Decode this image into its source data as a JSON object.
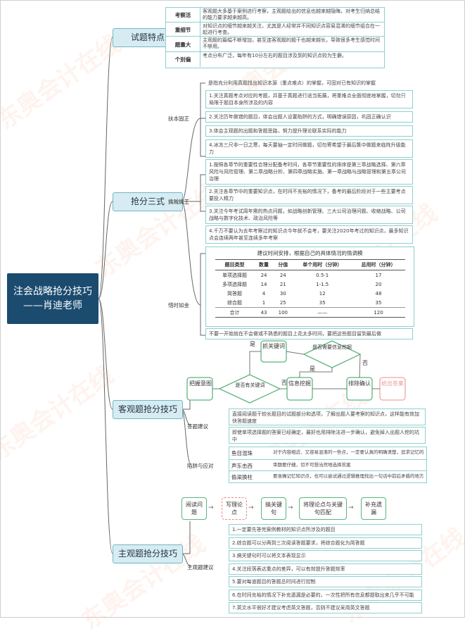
{
  "central": {
    "line1": "注会战略抢分技巧",
    "line2": "——肖迪老师"
  },
  "topics": {
    "t1": "试题特点",
    "t2": "抢分三式",
    "t3": "客观题抢分技巧",
    "t4": "主观题抢分技巧"
  },
  "features": [
    {
      "key": "考察活",
      "text": "客观题大多基于案例进行考察，主观题给出的信息也越来越隐晦，对考生归纳总结的能力要求越来越高。"
    },
    {
      "key": "重细节",
      "text": "对知识点的细节越来越关注，尤其是人经常并不同知识点容易混淆的细节组合在一起进行考查。"
    },
    {
      "key": "题量大",
      "text": "主观题的篇幅不断增加，甚至连客观题的题干也越来越长，导致很多考生感觉时间不够用。"
    },
    {
      "key": "个别偏",
      "text": "考点分布广泛，每年有10分左右的题目涉及到的知识点较为生僻。"
    }
  ],
  "three": {
    "b1_label": "扶本固正",
    "b2_label": "擒贼擒王",
    "b3_label": "惜时如金",
    "intro": "是指充分利用真题找出知识本源（重点难点）的掌握，可固对已有知识的掌握",
    "b1_items": [
      "1.关注真题考点对应的考题，并基于真题进行适当拓展，将重难点全面彻底地掌握，切勿只局限于题目本身所涉及的内容",
      "2.关注历年做错的题目，体会出题人设置陷阱的方式，明确错误原因，巩固正确认识",
      "3.体会主观题的出题和答题思路，努力提升理论联系实际的能力",
      "4.冰冻三尺非一日之寒，每天要抽一定时间做题，切勿寄希望于最后集中做题来临阵升级能力"
    ],
    "b2_items": [
      "1.按照各章节的重要性合理分配备考时间，各章节重要性的排序是第三章战略选择、第六章风险与风险管理、第二章战略分析、第四章战略实施、第一章战略与战略管理和第五章公司治理",
      "2.关注各章节中的重要知识点，在时间不充裕的情况下，备考的最后阶段对于一些主要考点要投入精力",
      "3.关注今年考试周年需的热点问题，如战略创新管理、三大公司治理问题、收缩战略、公司战略与数字化技术、政治风险等",
      "4.千万不要认为去年考察过的知识点今年就不会考，要关注2020年考过的知识点，最多知识点会连续两年甚至连续多年考察"
    ],
    "b3_note": "不要一开始就在不会做或不熟悉的题目上花太多时间，要把这些题目留到最后做"
  },
  "table": {
    "caption": "建议时间安排，根据自己的具体情况的情调模",
    "headers": [
      "题目类型",
      "数量",
      "分值",
      "单个用时（分钟）",
      "总用时（分钟）"
    ],
    "rows": [
      [
        "单项选择题",
        "24",
        "24",
        "0.5-1",
        "17"
      ],
      [
        "多项选择题",
        "14",
        "21",
        "1-1.5",
        "20"
      ],
      [
        "简答题",
        "4",
        "30",
        "12",
        "48"
      ],
      [
        "综合题",
        "1",
        "25",
        "35",
        "35"
      ],
      [
        "合计",
        "43",
        "100",
        "——",
        "120"
      ]
    ]
  },
  "flow": {
    "start": "把握意图",
    "decision1": "是否有关键词",
    "yes": "是",
    "no": "否",
    "n_capture": "抓关键词",
    "decision2": "是否需要信息挖掘",
    "n_info": "信息挖掘",
    "n_exclude": "排除确认",
    "n_answer": "给出答案"
  },
  "objective": {
    "label1": "答题建议",
    "label2": "陷阱与应对",
    "advice": [
      "直接阅读题干较长题目的试题部分和选项，了解出题人要考察的知识点，这样能有效加快答题速度",
      "即使单项选择题的答案已经确定，最好也用排除法进一步确认，避免掉入出题人挖的坑中"
    ],
    "traps": [
      {
        "k": "鱼目混珠",
        "v": "对于内容相近、又容易混淆的一些点，一定要认真的明确清楚，追求记忆的精准"
      },
      {
        "k": "声东击西",
        "v": "审题要仔细，切不可想当然地选择答案"
      },
      {
        "k": "偷梁换柱",
        "v": "要准确记忆知识点，也可以尝试通过逻辑推理找出一句话中前后矛盾的地方"
      }
    ]
  },
  "subjective": {
    "label": "主观题建议",
    "steps": [
      "阅读问题",
      "写理论点",
      "搞关键句",
      "将理论点与关键句匹配",
      "补充遗漏"
    ],
    "items": [
      "1.一定要先答完案例教材的知识点所涉及的题目",
      "2.综合题可以分两到三次阅读答题要求，将综合题化为简答题",
      "3.搞关键句时可以将文本表现显示",
      "4.关注段落表达重点的差异，可以有效提升答题效率",
      "5.要对每道题目的答题总时间进行控制",
      "6.在时间充裕的情况下补充遗漏是必要的，一次性把所有信息都提取出来几乎不可能",
      "7.英文水平很好才建议考虑英文答题，否则不建议采用英文答题"
    ]
  },
  "watermark": "东奥会计在线"
}
